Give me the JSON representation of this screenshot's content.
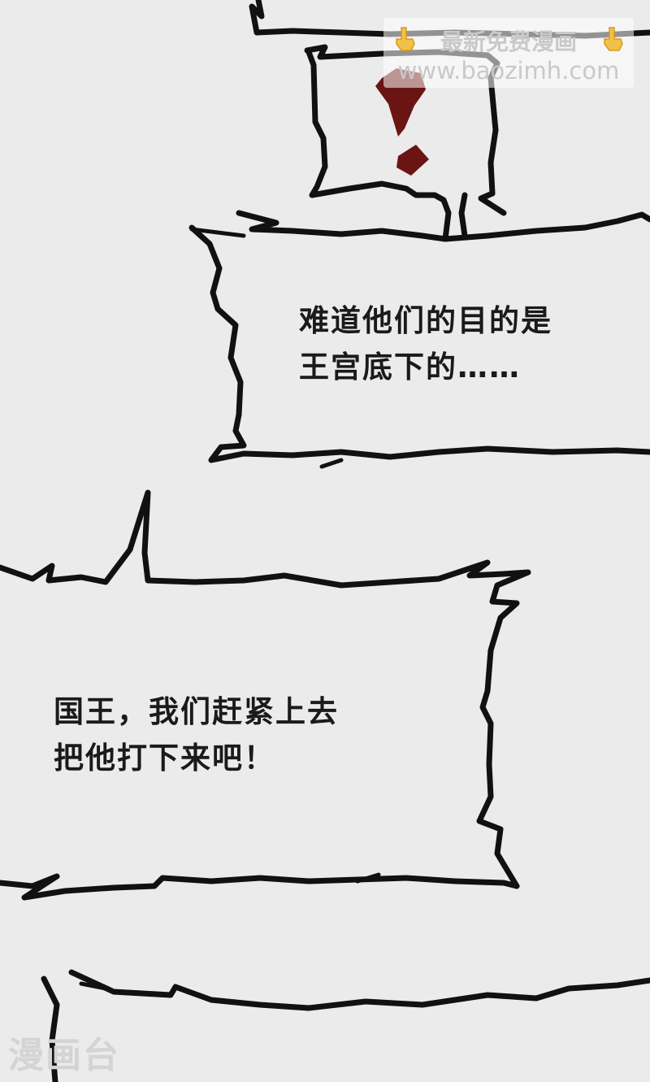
{
  "panel": {
    "bubble1": {
      "lines": [
        "难道他们的目的是",
        "王宫底下的……"
      ]
    },
    "bubble2": {
      "lines": [
        "国王，我们赶紧上去",
        "把他打下来吧！"
      ]
    },
    "exclamation_icon": "exclamation-mark-icon",
    "colors": {
      "background": "#ebebeb",
      "ink": "#111111",
      "exclamation": "#6b1414"
    }
  },
  "watermark_top": {
    "line1": "最新免费漫画",
    "line2": "www.baozimh.com",
    "icon": "pointing-hand-icon"
  },
  "watermark_bottom": {
    "text": "漫画台"
  }
}
